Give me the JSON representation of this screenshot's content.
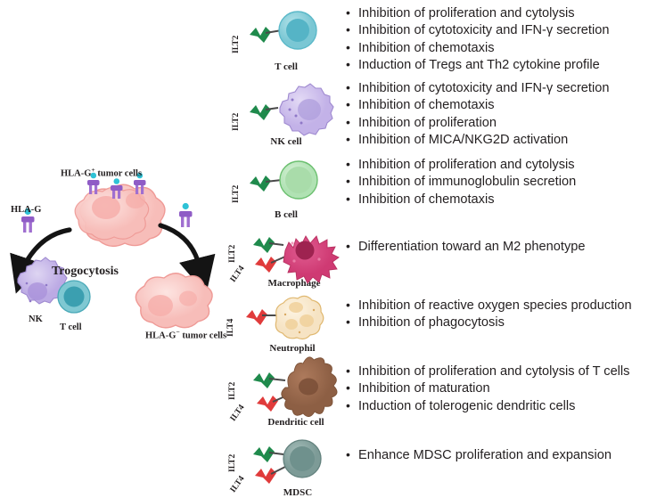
{
  "figure": {
    "title_none": "",
    "left_diagram": {
      "process_label": "Trogocytosis",
      "source_label_html": "HLA-G",
      "source_label_sup": "+",
      "source_label_tail": " tumor cells",
      "result_label_html": "HLA-G",
      "result_label_sup": "−",
      "result_label_tail": " tumor cells",
      "molecule_label": "HLA-G",
      "nk_label": "NK",
      "tcell_label": "T cell",
      "colors": {
        "tumor_fill": "#f9c9c6",
        "tumor_stroke": "#ef9a96",
        "tumor_nucleus": "#f4a7a3",
        "hlag_stalk": "#a06fd0",
        "hlag_head": "#2ec2d6",
        "nk_fill": "#c9b8e8",
        "nk_stroke": "#9f8ad0",
        "tcell_fill": "#6fc6cf",
        "tcell_stroke": "#3b9aa8",
        "arrow": "#1a1a1a"
      }
    },
    "rows": [
      {
        "cell": "T cell",
        "receptors": [
          "ILT2"
        ],
        "bullets": [
          "Inhibition of proliferation and cytolysis",
          "Inhibition of cytotoxicity and IFN-γ secretion",
          "Inhibition of chemotaxis",
          "Induction of Tregs ant Th2 cytokine profile"
        ],
        "colors": {
          "fill": "#8fd3df",
          "stroke": "#5cb9c9",
          "nucleus": "#55b4c6",
          "receptor": "#1f8a4c"
        }
      },
      {
        "cell": "NK cell",
        "receptors": [
          "ILT2"
        ],
        "bullets": [
          "Inhibition of cytotoxicity and IFN-γ secretion",
          "Inhibition of chemotaxis",
          "Inhibition of proliferation",
          "Inhibition of MICA/NKG2D activation"
        ],
        "colors": {
          "fill": "#d6ccee",
          "stroke": "#9f8ad0",
          "nucleus": "#b6a4e0",
          "receptor": "#1f8a4c"
        }
      },
      {
        "cell": "B cell",
        "receptors": [
          "ILT2"
        ],
        "bullets": [
          "Inhibition of proliferation and cytolysis",
          "Inhibition of immunoglobulin secretion",
          "Inhibition of chemotaxis"
        ],
        "colors": {
          "fill": "#bde5bf",
          "stroke": "#6cc070",
          "nucleus": "#a9dcaa",
          "receptor": "#1f8a4c"
        }
      },
      {
        "cell": "Macrophage",
        "receptors": [
          "ILT2",
          "ILT4"
        ],
        "bullets": [
          "Differentiation toward an M2 phenotype"
        ],
        "colors": {
          "fill": "#d9457e",
          "stroke": "#b8305f",
          "nucleus": "#9e2350",
          "receptor": "#1f8a4c",
          "receptor2": "#e03b3b"
        }
      },
      {
        "cell": "Neutrophil",
        "receptors": [
          "ILT4"
        ],
        "bullets": [
          "Inhibition of reactive oxygen species production",
          "Inhibition of phagocytosis"
        ],
        "colors": {
          "fill": "#fdf1dc",
          "stroke": "#e0b870",
          "nucleus": "#f3ddb4",
          "receptor": "#e03b3b"
        }
      },
      {
        "cell": "Dendritic cell",
        "receptors": [
          "ILT2",
          "ILT4"
        ],
        "bullets": [
          "Inhibition of proliferation and cytolysis of T cells",
          "Inhibition of maturation",
          "Induction of tolerogenic dendritic cells"
        ],
        "colors": {
          "fill": "#9b6a4f",
          "stroke": "#7d5339",
          "nucleus": "#81543c",
          "receptor": "#1f8a4c",
          "receptor2": "#e03b3b"
        }
      },
      {
        "cell": "MDSC",
        "receptors": [
          "ILT2",
          "ILT4"
        ],
        "bullets": [
          "Enhance MDSC proliferation and expansion"
        ],
        "colors": {
          "fill": "#8aa8a4",
          "stroke": "#63827e",
          "nucleus": "#6f918d",
          "receptor": "#1f8a4c",
          "receptor2": "#e03b3b"
        }
      }
    ]
  }
}
